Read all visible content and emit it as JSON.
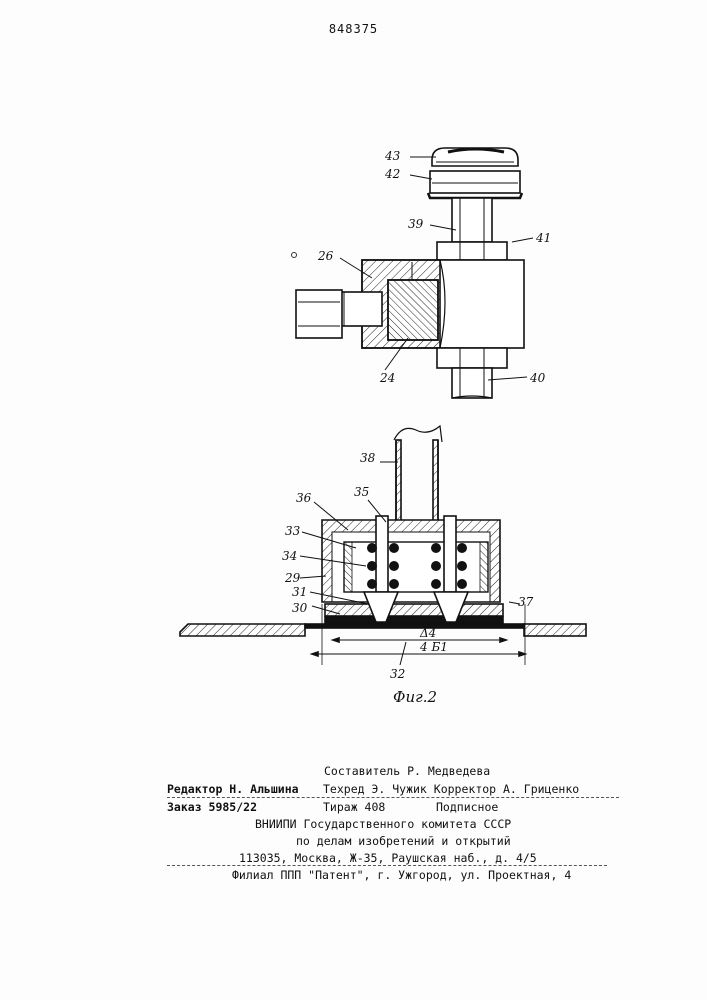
{
  "header": {
    "patent_number": "848375"
  },
  "figure": {
    "caption": "Фиг.2",
    "labels": {
      "l43": "43",
      "l42": "42",
      "l39": "39",
      "l41": "41",
      "l26": "26",
      "l24": "24",
      "l40": "40",
      "l38": "38",
      "l35": "35",
      "l36": "36",
      "l33": "33",
      "l34": "34",
      "l29": "29",
      "l31": "31",
      "l30": "30",
      "l37": "37",
      "l32": "32",
      "dim1": "Δ4",
      "dim2": "4 Б1"
    }
  },
  "imprint": {
    "compiler": "Составитель Р. Медведева",
    "editor": "Редактор Н. Альшина",
    "techred": "Техред Э. Чужик Корректор А. Гриценко",
    "order": "Заказ 5985/22",
    "circulation": "Тираж 408",
    "subscription": "Подписное",
    "org1": "ВНИИПИ Государственного комитета СССР",
    "org2": "по делам изобретений и открытий",
    "address": "113035, Москва, Ж-35, Раушская наб., д. 4/5",
    "branch": "Филиал ППП \"Патент\", г. Ужгород, ул. Проектная, 4"
  }
}
